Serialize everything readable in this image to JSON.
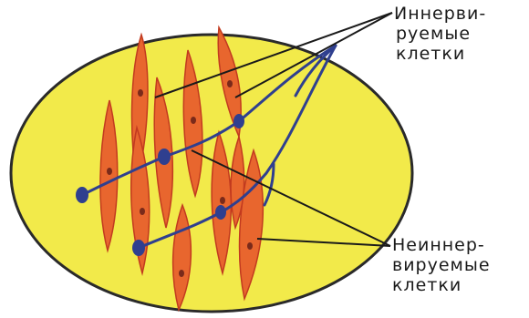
{
  "colors": {
    "background": "#ffffff",
    "tissue": "#f2ea4a",
    "tissue_outline": "#2a2a2a",
    "cell_fill": "#e8662e",
    "cell_edge": "#c23a1f",
    "nucleus": "#7a2a1a",
    "nerve": "#2f3f8f",
    "leader": "#1a1a1a"
  },
  "labels": {
    "innervated": [
      "Иннерви-",
      "руемые",
      "клетки"
    ],
    "non_innervated": [
      "Неиннер-",
      "вируемые",
      "клетки"
    ]
  }
}
